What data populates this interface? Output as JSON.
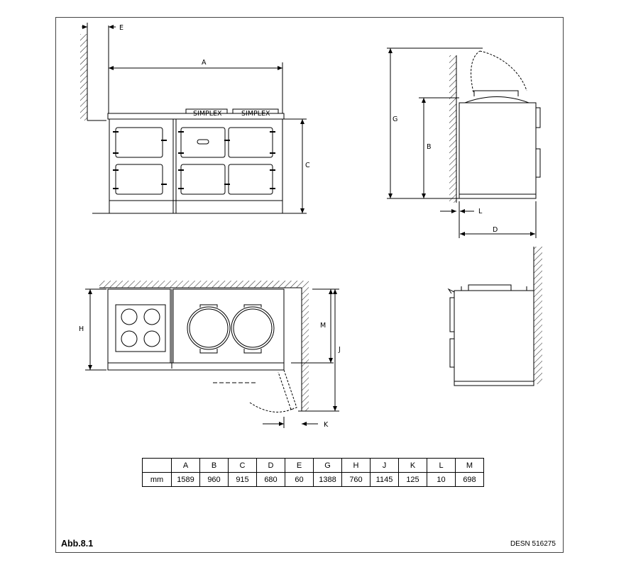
{
  "dimension_letters": [
    "A",
    "B",
    "C",
    "D",
    "E",
    "G",
    "H",
    "J",
    "K",
    "L",
    "M"
  ],
  "table": {
    "unit_label": "mm",
    "headers": [
      "A",
      "B",
      "C",
      "D",
      "E",
      "G",
      "H",
      "J",
      "K",
      "L",
      "M"
    ],
    "values": [
      "1589",
      "960",
      "915",
      "680",
      "60",
      "1388",
      "760",
      "1145",
      "125",
      "10",
      "698"
    ]
  },
  "figure_label": "Abb.8.1",
  "drawing_number": "DESN 516275",
  "lid_labels": [
    "SIMPLEX",
    "SIMPLEX"
  ]
}
